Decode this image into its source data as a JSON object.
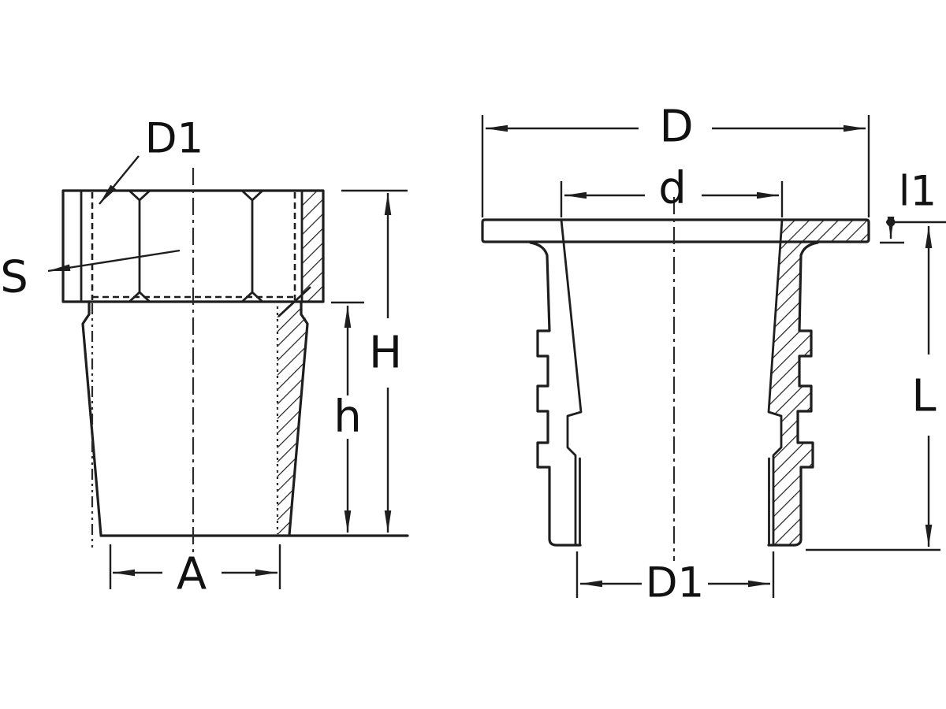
{
  "drawing": {
    "background_color": "#ffffff",
    "line_color": "#1e1e1e",
    "front_view": {
      "labels": {
        "thread_diameter": "D1",
        "wrench_size": "S",
        "total_height": "H",
        "body_height": "h",
        "bottom_width": "A"
      }
    },
    "section_view": {
      "labels": {
        "flange_diameter": "D",
        "top_inner_diameter": "d",
        "flange_thickness": "l1",
        "total_length": "L",
        "bottom_inner_diameter": "D1"
      }
    }
  }
}
